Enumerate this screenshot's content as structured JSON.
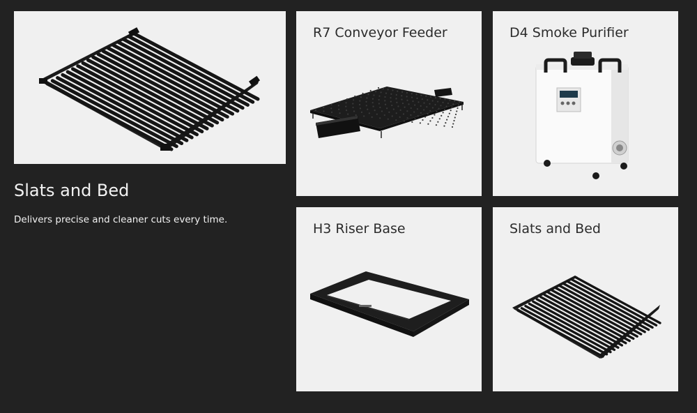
{
  "feature": {
    "title": "Slats and Bed",
    "description": "Delivers precise and cleaner cuts every time."
  },
  "cards": [
    {
      "title": "R7 Conveyor Feeder"
    },
    {
      "title": "D4 Smoke Purifier"
    },
    {
      "title": "H3 Riser Base"
    },
    {
      "title": "Slats and Bed"
    }
  ],
  "colors": {
    "page_background": "#222222",
    "card_background": "#f0f0f0",
    "product_dark": "#1b1b1b",
    "purifier_body": "#fafafa"
  }
}
